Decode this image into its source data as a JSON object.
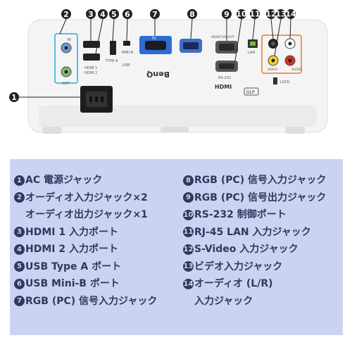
{
  "callout_numbers": [
    "1",
    "2",
    "3",
    "4",
    "5",
    "6",
    "7",
    "8",
    "9",
    "10",
    "11",
    "12",
    "13",
    "14"
  ],
  "device_labels": {
    "audio_in": "IN",
    "audio_out": "OUT",
    "audio_label": "AUDIO",
    "hdmi_1": "HDMI 1",
    "hdmi_2": "HDMI 2",
    "usb_type_a": "TYPE-A",
    "usb_label": "USB",
    "mini_b": "MINI-B",
    "pc_label": "PC",
    "monitor_out": "MONITOR OUT",
    "rs232": "RS-232",
    "lan": "LAN",
    "brand": "BenQ",
    "hdmi_logo": "HDMI",
    "dlp": "DLP",
    "lock": "LOCK",
    "video": "VIDEO"
  },
  "legend": {
    "left": [
      {
        "num": "1",
        "text": "AC 電源ジャック"
      },
      {
        "num": "2",
        "text": "オーディオ入力ジャック×2"
      },
      {
        "num": "",
        "text": "オーディオ出力ジャック×1",
        "indent": true
      },
      {
        "num": "3",
        "text": "HDMI 1 入力ポート"
      },
      {
        "num": "4",
        "text": "HDMI 2 入力ポート"
      },
      {
        "num": "5",
        "text": "USB Type A ポート"
      },
      {
        "num": "6",
        "text": "USB Mini-B ポート"
      },
      {
        "num": "7",
        "text": "RGB (PC) 信号入力ジャック"
      }
    ],
    "right": [
      {
        "num": "8",
        "text": "RGB (PC) 信号入力ジャック"
      },
      {
        "num": "9",
        "text": "RGB (PC) 信号出力ジャック"
      },
      {
        "num": "10",
        "text": "RS-232 制御ポート"
      },
      {
        "num": "11",
        "text": "RJ-45 LAN 入力ジャック"
      },
      {
        "num": "12",
        "text": "S-Video 入力ジャック"
      },
      {
        "num": "13",
        "text": "ビデオ入力ジャック"
      },
      {
        "num": "14",
        "text": "オーディオ (L/R)"
      },
      {
        "num": "",
        "text": "入力ジャック",
        "indent": true
      }
    ]
  }
}
